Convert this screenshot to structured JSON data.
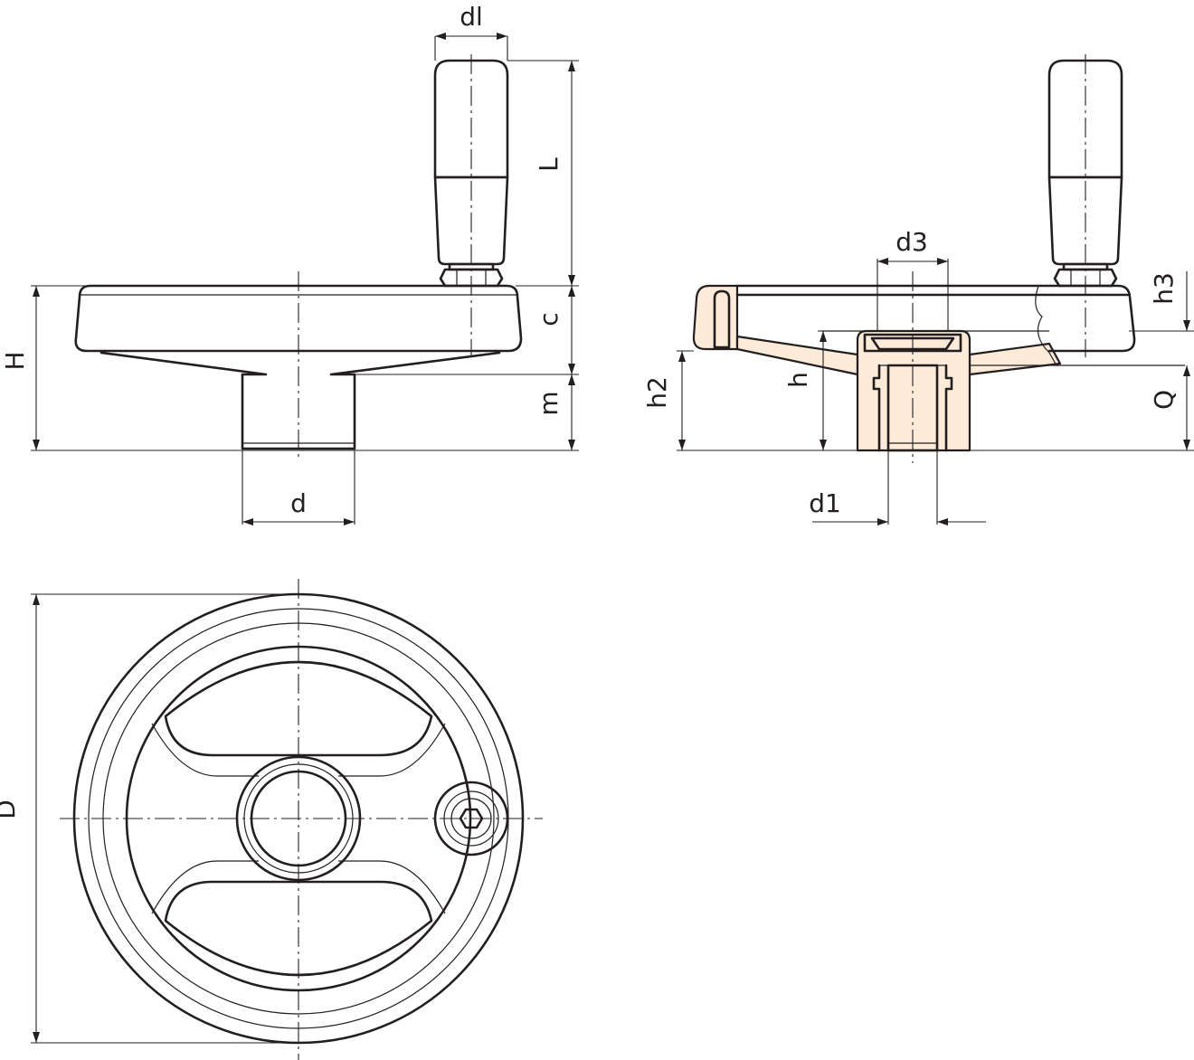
{
  "labels": {
    "dl": "dl",
    "L": "L",
    "H": "H",
    "c": "c",
    "m": "m",
    "d": "d",
    "d3": "d3",
    "h3": "h3",
    "h2": "h2",
    "h": "h",
    "Q": "Q",
    "d1": "d1",
    "D": "D"
  },
  "colors": {
    "line": "#231f20",
    "section_fill": "#fbebd8",
    "background": "#ffffff"
  }
}
